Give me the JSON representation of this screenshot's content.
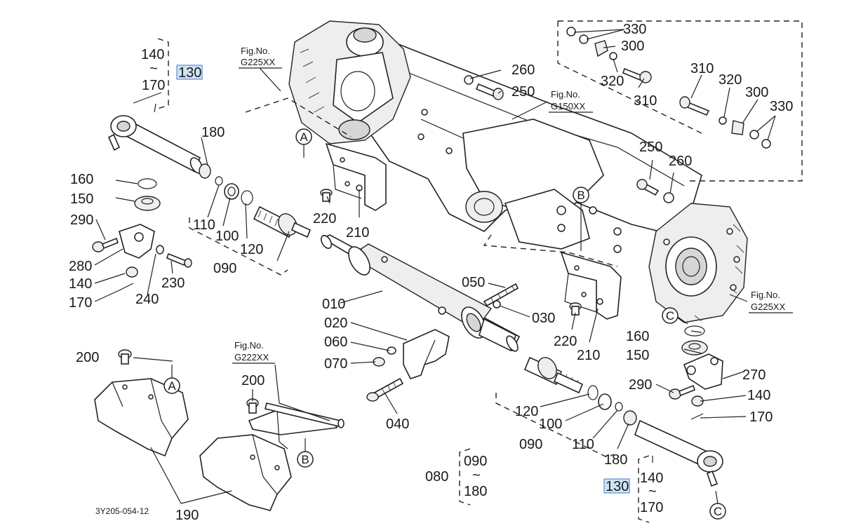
{
  "figure_refs": {
    "top_left": {
      "label": "Fig.No.",
      "code": "G225XX"
    },
    "center": {
      "label": "Fig.No.",
      "code": "G150XX"
    },
    "right": {
      "label": "Fig.No.",
      "code": "G225XX"
    },
    "bottom": {
      "label": "Fig.No.",
      "code": "G222XX"
    }
  },
  "callouts": {
    "p010": "010",
    "p020": "020",
    "p030": "030",
    "p040": "040",
    "p050": "050",
    "p060": "060",
    "p070": "070",
    "p080": "080",
    "p090_group": "090",
    "p180_group": "180",
    "p090_left": "090",
    "p100_left": "100",
    "p110_left": "110",
    "p120_left": "120",
    "p140_left": "140",
    "p150_left": "150",
    "p160_left": "160",
    "p170_left": "170",
    "p180_left": "180",
    "p200_left": "200",
    "p210_left": "210",
    "p220_left": "220",
    "p230": "230",
    "p240": "240",
    "p280": "280",
    "p290_left": "290",
    "p090_right": "090",
    "p100_right": "100",
    "p110_right": "110",
    "p120_right": "120",
    "p140_right": "140",
    "p150_right": "150",
    "p160_right": "160",
    "p170_right": "170",
    "p180_right": "180",
    "p190": "190",
    "p200_right": "200",
    "p210_right": "210",
    "p220_right": "220",
    "p270": "270",
    "p290_right": "290",
    "p250_top": "250",
    "p260_top": "260",
    "p250_right": "250",
    "p260_right": "260",
    "p300_a": "300",
    "p300_b": "300",
    "p310_a": "310",
    "p310_b": "310",
    "p320_a": "320",
    "p320_b": "320",
    "p330_a": "330",
    "p330_b": "330"
  },
  "range_tl": {
    "from": "140",
    "tilde": "~",
    "to": "170",
    "ref": "130"
  },
  "range_br": {
    "from": "140",
    "tilde": "~",
    "to": "170",
    "ref": "130"
  },
  "range_group_tilde": "~",
  "markers": {
    "a1": "A",
    "a2": "A",
    "b1": "B",
    "b2": "B",
    "c1": "C",
    "c2": "C"
  },
  "drawing_code": "3Y205-054-12",
  "colors": {
    "highlight_fill": "#cfe3f7",
    "highlight_stroke": "#3d7ec8",
    "line": "#222222"
  }
}
